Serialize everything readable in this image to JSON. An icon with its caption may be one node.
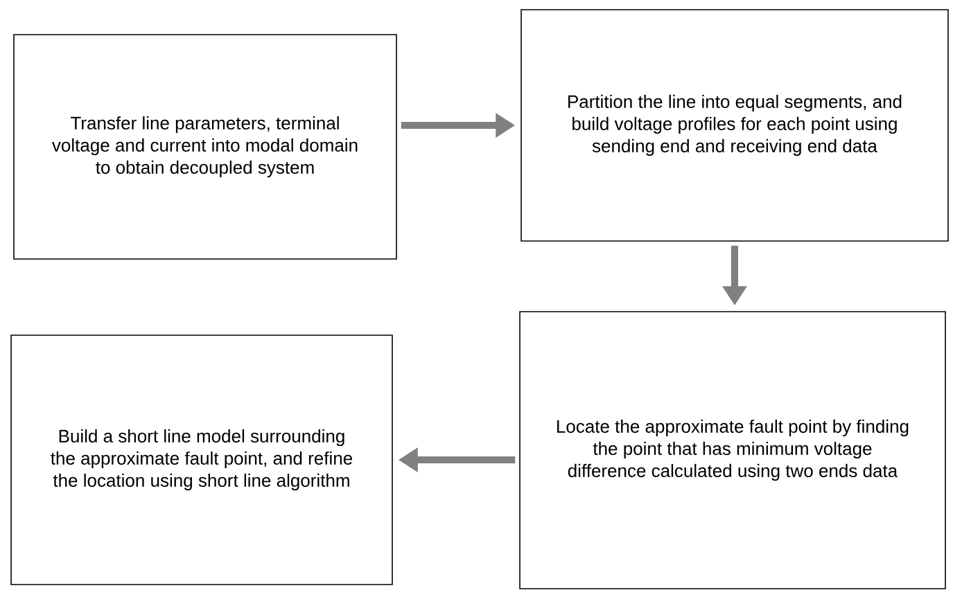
{
  "diagram": {
    "nodes": [
      {
        "text": [
          "Transfer line parameters, terminal voltage and current into modal domain to obtain decoupled system"
        ]
      },
      {
        "text": [
          "Partition the line into equal segments, and build voltage profiles for each point using sending end and receiving end data"
        ]
      },
      {
        "text": [
          "Build a short line model surrounding the approximate fault point, and refine the location using short line algorithm"
        ]
      },
      {
        "text": [
          "Locate the approximate fault point by finding the point that has minimum voltage difference calculated using two ends data"
        ]
      }
    ],
    "edges": [
      {
        "from": 0,
        "to": 1,
        "arrow": "to"
      },
      {
        "from": 1,
        "to": 3,
        "arrow": "to"
      },
      {
        "from": 3,
        "to": 2,
        "arrow": "to"
      }
    ]
  }
}
